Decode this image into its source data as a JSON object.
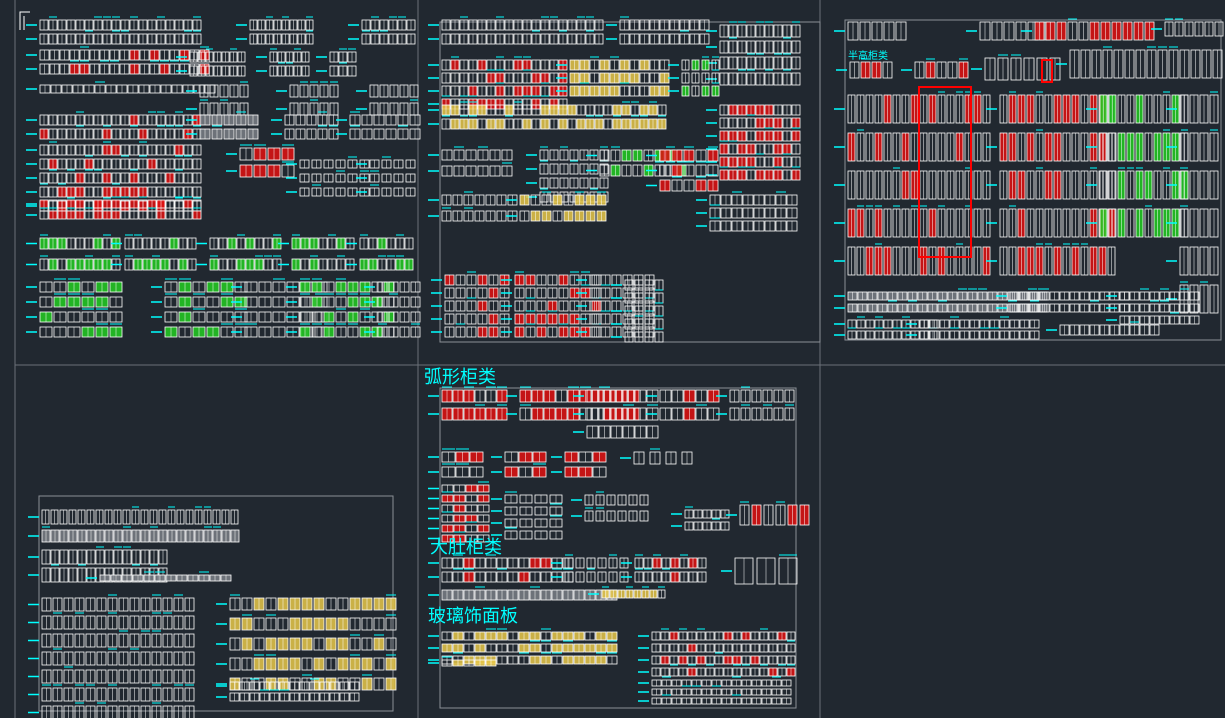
{
  "viewport": {
    "background_color": "#212830",
    "line_colors": {
      "outline": "#ffffff",
      "dimension": "#00ffff",
      "highlight": "#ff0000",
      "fill_red": "#e01010",
      "green": "#22cc22",
      "yellow": "#e8c84a",
      "frame": "#8a8f96"
    }
  },
  "drawing": {
    "labels": {
      "arc_cabinets": "弧形柜类",
      "big_belly_cabinets": "大肚柜类",
      "glass_panels": "玻璃饰面板",
      "half_height_cabinets": "半高柜类"
    }
  }
}
